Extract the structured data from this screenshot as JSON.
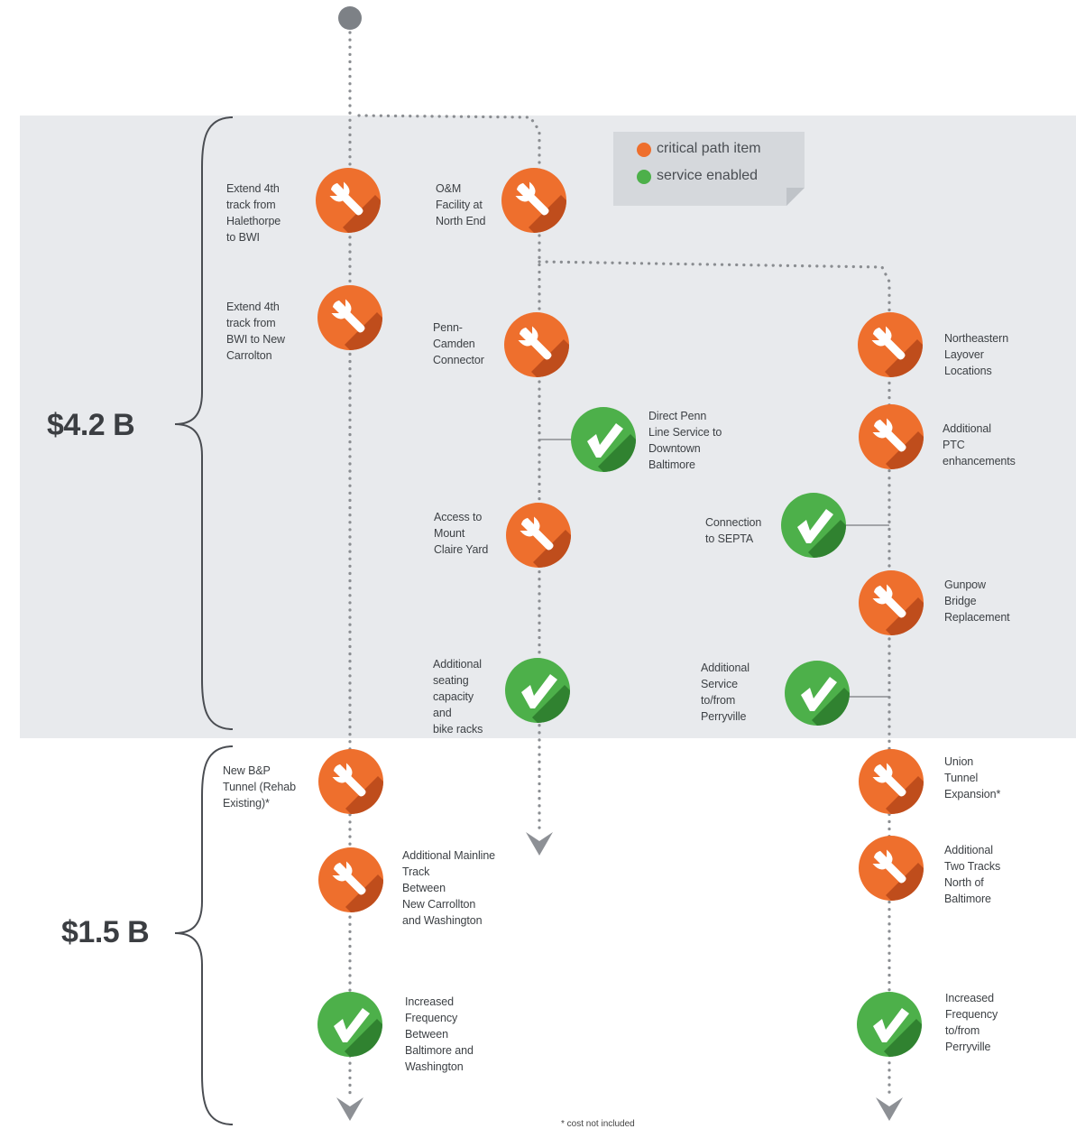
{
  "colors": {
    "band": "#e8eaed",
    "critical": "#ee6f2d",
    "critical_shadow": "#b9491b",
    "service": "#4db04a",
    "service_shadow": "#2e7d2e",
    "line": "#8a8d91",
    "text": "#3d4145"
  },
  "amounts": {
    "upper": "$4.2 B",
    "lower": "$1.5 B"
  },
  "legend": {
    "critical_label": "critical path item",
    "service_label": "service enabled",
    "critical_icon": "wrench-icon",
    "service_icon": "checkmark-icon"
  },
  "nodes": [
    {
      "id": "extend-4th-halethorpe",
      "type": "critical",
      "label": "Extend 4th\ntrack from\nHalethorpe\nto BWI"
    },
    {
      "id": "om-facility",
      "type": "critical",
      "label": "O&M\nFacility at\nNorth End"
    },
    {
      "id": "extend-4th-bwi",
      "type": "critical",
      "label": "Extend 4th\ntrack from\nBWI to New\nCarrolton"
    },
    {
      "id": "penn-camden",
      "type": "critical",
      "label": "Penn-\nCamden\nConnector"
    },
    {
      "id": "northeastern-layover",
      "type": "critical",
      "label": "Northeastern\nLayover\nLocations"
    },
    {
      "id": "direct-penn",
      "type": "service",
      "label": "Direct Penn\nLine Service to\nDowntown\nBaltimore"
    },
    {
      "id": "additional-ptc",
      "type": "critical",
      "label": "Additional\nPTC\nenhancements"
    },
    {
      "id": "mount-claire",
      "type": "critical",
      "label": "Access to\nMount\nClaire Yard"
    },
    {
      "id": "septa",
      "type": "service",
      "label": "Connection\nto SEPTA"
    },
    {
      "id": "gunpow",
      "type": "critical",
      "label": "Gunpow\nBridge\nReplacement"
    },
    {
      "id": "seating",
      "type": "service",
      "label": "Additional\nseating\ncapacity\nand\nbike racks"
    },
    {
      "id": "perryville-service",
      "type": "service",
      "label": "Additional\nService\nto/from\nPerryville"
    },
    {
      "id": "bp-tunnel",
      "type": "critical",
      "label": "New B&P\nTunnel (Rehab\nExisting)*"
    },
    {
      "id": "union-tunnel",
      "type": "critical",
      "label": "Union\nTunnel\nExpansion*"
    },
    {
      "id": "mainline-track",
      "type": "critical",
      "label": "Additional Mainline\nTrack\nBetween\nNew Carrollton\nand Washington"
    },
    {
      "id": "two-tracks",
      "type": "critical",
      "label": "Additional\nTwo Tracks\nNorth of\nBaltimore"
    },
    {
      "id": "freq-bal-wash",
      "type": "service",
      "label": "Increased\nFrequency\nBetween\nBaltimore and\nWashington"
    },
    {
      "id": "freq-perryville",
      "type": "service",
      "label": "Increased\nFrequency\nto/from\nPerryville"
    }
  ],
  "footnote": "* cost not included"
}
